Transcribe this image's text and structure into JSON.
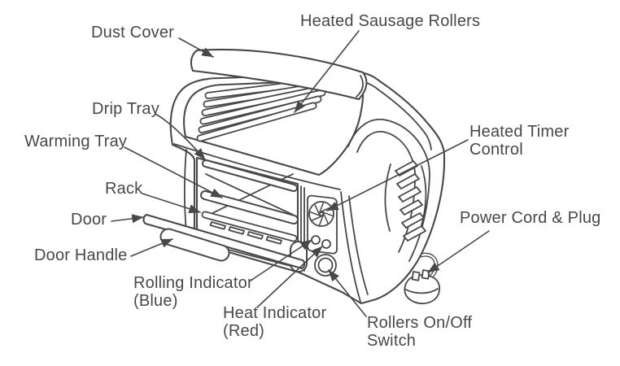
{
  "figure": {
    "type": "appliance-parts-diagram",
    "subject": "Hot dog roller grill line drawing with part callouts",
    "colors": {
      "line": "#47484a",
      "text": "#47484a",
      "background": "#ffffff"
    },
    "labels": {
      "dust_cover": {
        "text": "Dust Cover"
      },
      "heated_sausage_rollers": {
        "text": "Heated Sausage Rollers"
      },
      "drip_tray": {
        "text": "Drip Tray"
      },
      "warming_tray": {
        "text": "Warming Tray"
      },
      "rack": {
        "text": "Rack"
      },
      "door": {
        "text": "Door"
      },
      "door_handle": {
        "text": "Door Handle"
      },
      "rolling_indicator": {
        "line1": "Rolling Indicator",
        "line2": "(Blue)"
      },
      "heat_indicator": {
        "line1": "Heat Indicator",
        "line2": "(Red)"
      },
      "heated_timer_control": {
        "line1": "Heated Timer",
        "line2": "Control"
      },
      "power_cord_plug": {
        "text": "Power Cord & Plug"
      },
      "rollers_on_off_switch": {
        "line1": "Rollers On/Off",
        "line2": "Switch"
      }
    }
  }
}
